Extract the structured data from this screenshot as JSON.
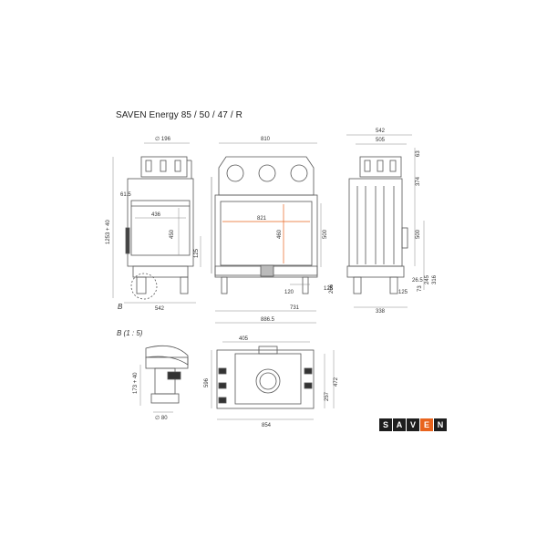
{
  "title": "SAVEN Energy 85 / 50 / 47 / R",
  "colors": {
    "line": "#555555",
    "dim": "#777777",
    "accent": "#e8641e",
    "logo_bg": "#1e1e1e"
  },
  "logo": {
    "letters": [
      "S",
      "A",
      "V",
      "E",
      "N"
    ],
    "accent_index": 3
  },
  "side_view": {
    "label_top": "∅ 196",
    "label_left_tick": "61.5",
    "label_window_w": "436",
    "label_window_h": "450",
    "label_height_total": "1253 + 40",
    "label_125": "125",
    "label_bottom": "542",
    "label_B": "B"
  },
  "front_view": {
    "label_top": "810",
    "label_glass_w": "821",
    "label_glass_h": "460",
    "label_right_h": "500",
    "label_125": "125",
    "label_120": "120",
    "label_266": "266",
    "label_731": "731",
    "label_886": "886.5"
  },
  "right_view": {
    "label_542": "542",
    "label_505": "505",
    "label_63": "63",
    "label_374": "374",
    "label_500": "500",
    "label_26": "26.5",
    "label_245": "245",
    "label_316": "316",
    "label_125": "125",
    "label_73": "73",
    "label_338": "338"
  },
  "detail_view": {
    "label_title": "B (1 : 5)",
    "label_173": "173 + 40",
    "label_80": "∅ 80"
  },
  "top_view": {
    "label_405": "405",
    "label_596": "596",
    "label_472": "472",
    "label_257": "257",
    "label_854": "854"
  }
}
